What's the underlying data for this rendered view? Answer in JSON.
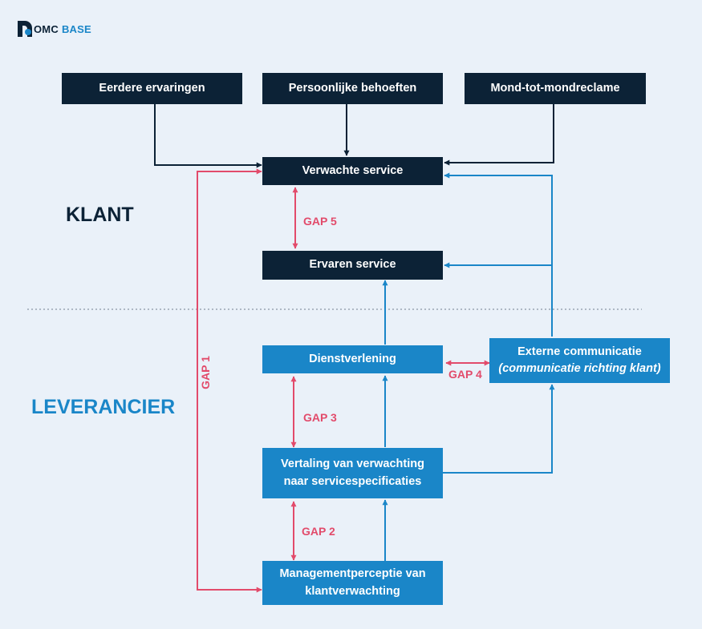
{
  "logo": {
    "brand": "OMC",
    "suffix": "BASE"
  },
  "sections": {
    "klant": "KLANT",
    "leverancier": "LEVERANCIER"
  },
  "boxes": {
    "eerdere": "Eerdere ervaringen",
    "persoonlijke": "Persoonlijke behoeften",
    "mond": "Mond-tot-mondreclame",
    "verwachte": "Verwachte service",
    "ervaren": "Ervaren service",
    "dienst": "Dienstverlening",
    "externe_title": "Externe communicatie",
    "externe_sub": "(communicatie richting klant)",
    "vertaling": "Vertaling van verwachting naar servicespecificaties",
    "management": "Managementperceptie van klantverwachting"
  },
  "gaps": {
    "gap1": "GAP 1",
    "gap2": "GAP 2",
    "gap3": "GAP 3",
    "gap4": "GAP 4",
    "gap5": "GAP 5"
  },
  "colors": {
    "dark": "#0c2236",
    "blue": "#1a86c8",
    "gap": "#e24b6b",
    "background": "#eaf1f9"
  }
}
